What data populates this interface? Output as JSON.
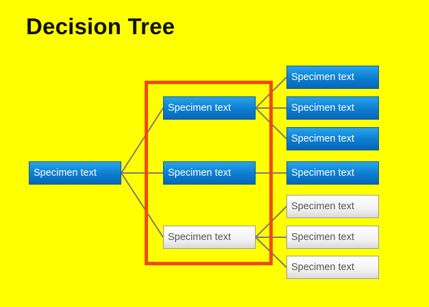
{
  "title": "Decision Tree",
  "colors": {
    "background": "#ffff00",
    "blue_node": "#0b7dd0",
    "white_node": "#f2f2f2",
    "highlight_border": "#f04a12",
    "connector": "#7a7a7a"
  },
  "tree": {
    "root": {
      "label": "Specimen text",
      "style": "blue"
    },
    "level1": [
      {
        "label": "Specimen text",
        "style": "blue"
      },
      {
        "label": "Specimen text",
        "style": "blue"
      },
      {
        "label": "Specimen text",
        "style": "white"
      }
    ],
    "level2": [
      {
        "label": "Specimen text",
        "style": "blue",
        "parent": 0
      },
      {
        "label": "Specimen text",
        "style": "blue",
        "parent": 0
      },
      {
        "label": "Specimen text",
        "style": "blue",
        "parent": 0
      },
      {
        "label": "Specimen text",
        "style": "blue",
        "parent": 1
      },
      {
        "label": "Specimen text",
        "style": "white",
        "parent": 2
      },
      {
        "label": "Specimen text",
        "style": "white",
        "parent": 2
      },
      {
        "label": "Specimen text",
        "style": "white",
        "parent": 2
      }
    ]
  }
}
